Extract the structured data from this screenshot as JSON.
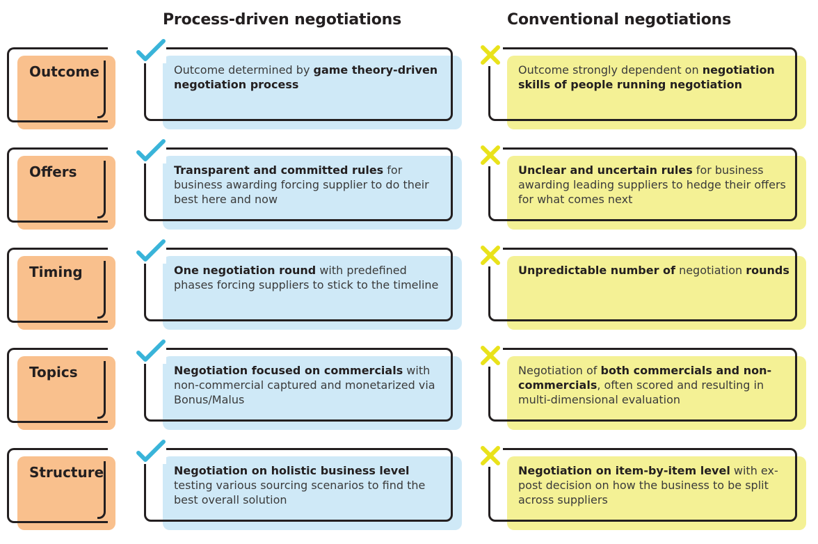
{
  "headers": {
    "process": "Process-driven negotiations",
    "conventional": "Conventional negotiations"
  },
  "colors": {
    "category_fill": "#f9c08d",
    "process_fill": "#cfe9f7",
    "conventional_fill": "#f4f195",
    "check_color": "#39b4d9",
    "cross_color": "#e9e21b",
    "outline": "#231f20"
  },
  "icons": {
    "process": "check-icon",
    "conventional": "cross-icon"
  },
  "rows": [
    {
      "category": "Outcome",
      "process": {
        "pre": "Outcome determined by ",
        "bold": "game theory-driven negotiation process",
        "post": ""
      },
      "conventional": {
        "pre": "Outcome strongly dependent on ",
        "bold": "negotiation skills of people running negotiation",
        "post": ""
      }
    },
    {
      "category": "Offers",
      "process": {
        "pre": "",
        "bold": "Transparent and committed rules",
        "post": " for business awarding forcing supplier to do their best here and now"
      },
      "conventional": {
        "pre": "",
        "bold": "Unclear and uncertain rules",
        "post": " for business awarding leading suppliers to hedge their offers for what comes next"
      }
    },
    {
      "category": "Timing",
      "process": {
        "pre": "",
        "bold": "One negotiation round",
        "post": " with predefined phases forcing suppliers to stick to the timeline"
      },
      "conventional": {
        "pre": "",
        "bold": "Unpredictable number of",
        "post": " negotiation ",
        "bold2": "rounds"
      }
    },
    {
      "category": "Topics",
      "process": {
        "pre": "",
        "bold": "Negotiation focused on commercials",
        "post": " with non-commercial captured and monetarized via Bonus/Malus"
      },
      "conventional": {
        "pre": "Negotiation of ",
        "bold": "both commercials and non-commercials",
        "post": ", often scored and resulting in multi-dimensional evaluation"
      }
    },
    {
      "category": "Structure",
      "process": {
        "pre": "",
        "bold": "Negotiation on holistic business level",
        "post": " testing various sourcing scenarios to find the best overall solution"
      },
      "conventional": {
        "pre": "",
        "bold": "Negotiation on item-by-item level",
        "post": " with ex-post decision on how the business to be split across suppliers"
      }
    }
  ]
}
